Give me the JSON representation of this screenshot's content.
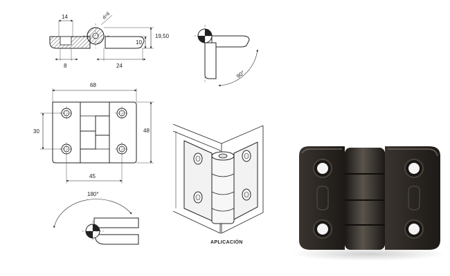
{
  "drawing": {
    "side_view": {
      "dim_width_top": "14",
      "dim_hole_dia": "d=6",
      "dim_height_total": "19,50",
      "dim_thickness": "10",
      "dim_slot": "8",
      "dim_leaf": "24"
    },
    "rotation_view": {
      "angle": "90°"
    },
    "plan_view": {
      "dim_width": "68",
      "dim_height": "48",
      "dim_hole_v": "30",
      "dim_hole_h": "45"
    },
    "open_view": {
      "angle": "180°"
    },
    "application": {
      "caption": "APLICACIÓN"
    }
  },
  "colors": {
    "line": "#222222",
    "body_fill": "#eeeeee",
    "photo_body": "#2a2622",
    "photo_highlight": "#6b635b",
    "photo_shadow": "#d8d8d8"
  }
}
